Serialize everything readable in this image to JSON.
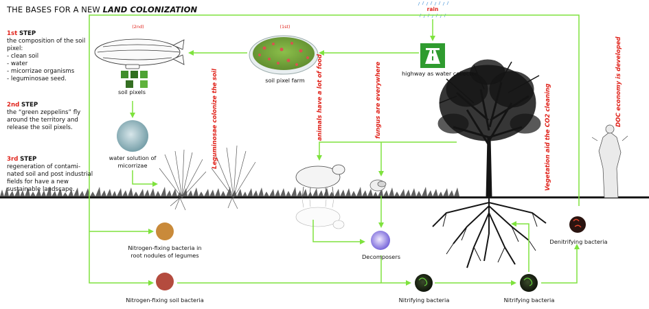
{
  "title": {
    "prefix": "THE BASES FOR A NEW ",
    "emphasis": "LAND COLONIZATION"
  },
  "steps": [
    {
      "num": "1st",
      "word": "STEP",
      "lines": [
        "the composition of the soil",
        "pixel:",
        "- clean soil",
        "- water",
        "- micorrizae organisms",
        "- leguminosae seed."
      ]
    },
    {
      "num": "2nd",
      "word": "STEP",
      "lines": [
        "the “green zeppelins” fly",
        "around the territory and",
        "release the soil pixels."
      ]
    },
    {
      "num": "3rd",
      "word": "STEP",
      "lines": [
        "regeneration of contami-",
        "nated soil and post industrial",
        "fields for have a new",
        "sustainable landscape."
      ]
    }
  ],
  "markers": {
    "second": "(2nd)",
    "first": "(1st)"
  },
  "rain": "rain",
  "labels": {
    "soil_pixels": "soil pixels",
    "soil_pixel_farm": "soil pixel farm",
    "highway": "highway as water collector",
    "water_solution_1": "water solution of",
    "water_solution_2": "micorrizae",
    "nitro_nodules_1": "Nitrogen-fixing bacteria in",
    "nitro_nodules_2": "root nodules of legumes",
    "nitro_soil": "Nitrogen-fixing soil bacteria",
    "decomposers": "Decomposers",
    "nitrifying_1": "Nitrifying bacteria",
    "nitrifying_2": "Nitrifying bacteria",
    "denitrifying": "Denitrifying bacteria"
  },
  "rotated": {
    "leguminosae": "Leguminosae colonize the soil",
    "animals": "animals have a lot of food",
    "fungus": "fungus are everywhere",
    "vegetation": "Vegetation aid the CO2 cleaning",
    "doc": "DOC  economy is developed"
  },
  "colors": {
    "arrow": "#7ee23d",
    "accent": "#e0231b",
    "highway_green": "#2f9b2f",
    "ground": "#1a1a1a"
  }
}
